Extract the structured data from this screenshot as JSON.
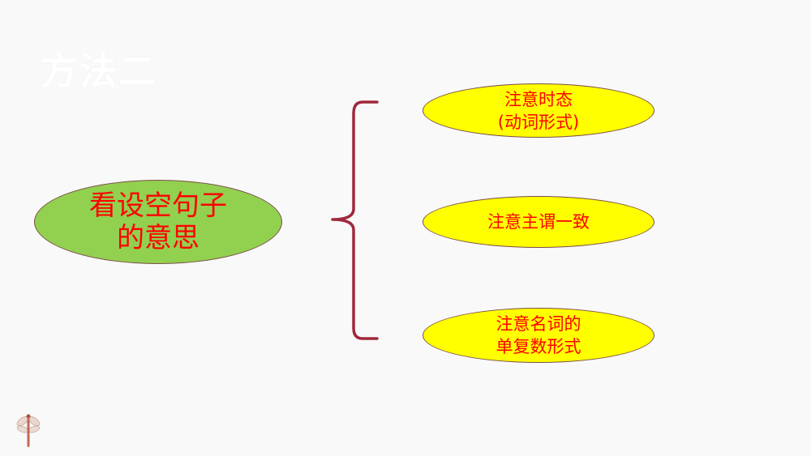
{
  "title": "方法二",
  "main_node": {
    "lines": [
      "看设空句子",
      "的意思"
    ]
  },
  "sub_nodes": [
    {
      "lines": [
        "注意时态",
        "(动词形式)"
      ]
    },
    {
      "lines": [
        "注意主谓一致"
      ]
    },
    {
      "lines": [
        "注意名词的",
        "单复数形式"
      ]
    }
  ],
  "colors": {
    "main_fill": "#92d050",
    "sub_fill": "#ffff00",
    "text": "#ff0000",
    "brace": "#a0283c",
    "outline": "#7a4d45"
  },
  "decoration": "dragonfly-icon"
}
